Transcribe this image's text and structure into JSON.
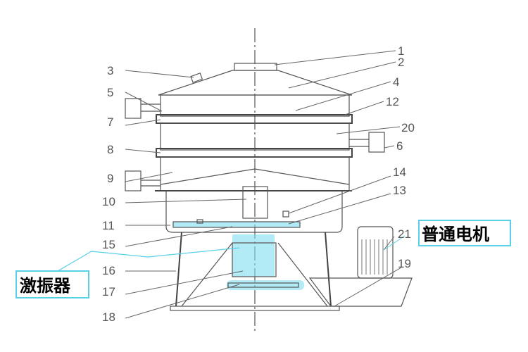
{
  "title": "Vibrating screen structure diagram",
  "labels": [
    "1",
    "2",
    "3",
    "4",
    "5",
    "12",
    "7",
    "20",
    "8",
    "6",
    "9",
    "14",
    "10",
    "13",
    "11",
    "15",
    "21",
    "16",
    "19",
    "17",
    "18"
  ],
  "callouts": {
    "vibrator": "激振器",
    "motor": "普通电机"
  },
  "colors": {
    "highlight": "#7fdcf0",
    "line": "#555555"
  }
}
